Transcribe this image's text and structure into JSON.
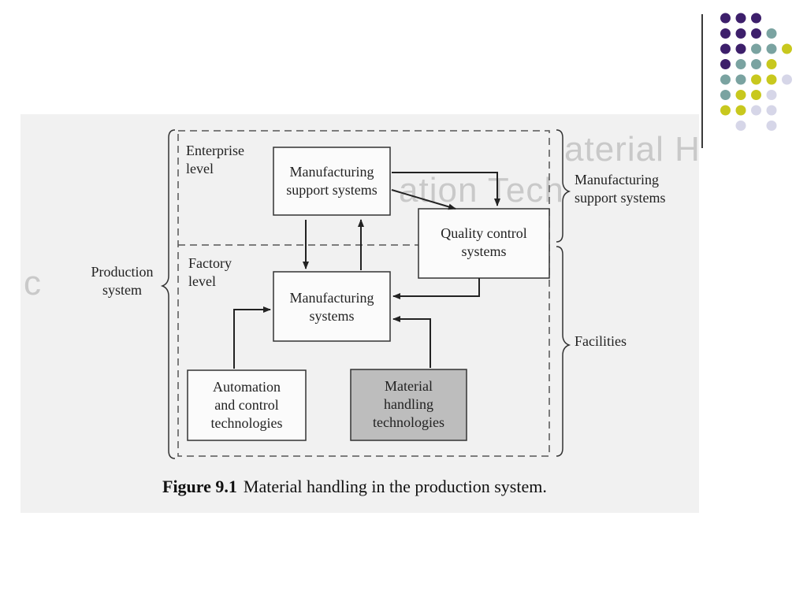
{
  "slide": {
    "accent_colors": {
      "purple": "#3d1f6b",
      "teal": "#7aa3a1",
      "yellow": "#c8c81e",
      "lavender": "#d6d6e8"
    },
    "decoration_icon": "dot-grid-decoration"
  },
  "figure": {
    "boxes": {
      "manufacturing_support": [
        "Manufacturing",
        "support systems"
      ],
      "quality_control": [
        "Quality control",
        "systems"
      ],
      "manufacturing_systems": [
        "Manufacturing",
        "systems"
      ],
      "automation": [
        "Automation",
        "and control",
        "technologies"
      ],
      "material_handling": [
        "Material",
        "handling",
        "technologies"
      ]
    },
    "levels": {
      "enterprise": [
        "Enterprise",
        "level"
      ],
      "factory": [
        "Factory",
        "level"
      ]
    },
    "side_labels": {
      "production_system": [
        "Production",
        "system"
      ],
      "manufacturing_support_systems": [
        "Manufacturing",
        "support systems"
      ],
      "facilities": "Facilities"
    },
    "caption": {
      "number": "Figure 9.1",
      "text": "Material handling in the production system."
    }
  }
}
